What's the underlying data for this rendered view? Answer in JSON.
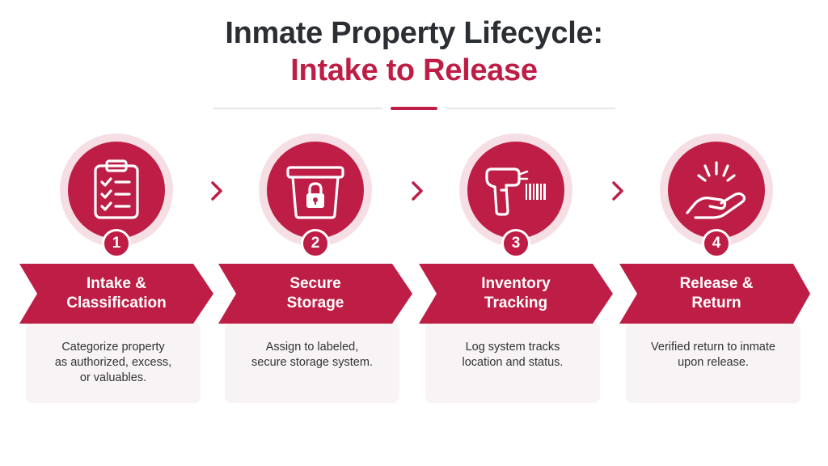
{
  "title": {
    "line1": "Inmate Property Lifecycle:",
    "line2": "Intake to Release"
  },
  "colors": {
    "accent": "#be1e45",
    "accent_light": "#f6dfe4",
    "heading": "#2b2f33",
    "card_bg": "#f8f3f4",
    "divider": "#e6e6e6"
  },
  "steps": [
    {
      "number": "1",
      "label_line1": "Intake &",
      "label_line2": "Classification",
      "desc_line1": "Categorize property",
      "desc_line2": "as authorized, excess,",
      "desc_line3": "or valuables.",
      "icon": "clipboard-checklist-icon"
    },
    {
      "number": "2",
      "label_line1": "Secure",
      "label_line2": "Storage",
      "desc_line1": "Assign to labeled,",
      "desc_line2": "secure storage system.",
      "desc_line3": "",
      "icon": "locked-storage-bin-icon"
    },
    {
      "number": "3",
      "label_line1": "Inventory",
      "label_line2": "Tracking",
      "desc_line1": "Log system tracks",
      "desc_line2": "location and status.",
      "desc_line3": "",
      "icon": "barcode-scanner-icon"
    },
    {
      "number": "4",
      "label_line1": "Release &",
      "label_line2": "Return",
      "desc_line1": "Verified return to inmate",
      "desc_line2": "upon release.",
      "desc_line3": "",
      "icon": "open-hand-icon"
    }
  ]
}
